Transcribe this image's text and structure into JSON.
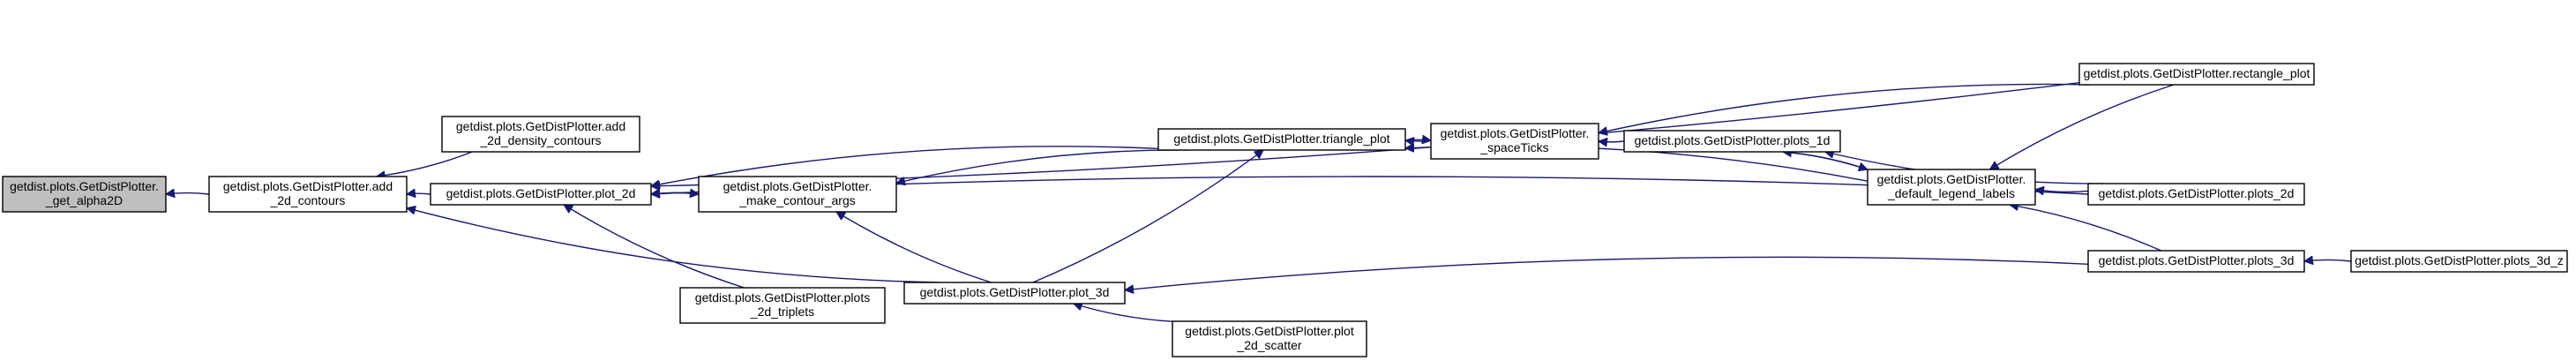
{
  "graph": {
    "node_fill": "#ffffff",
    "highlight_fill": "#bfbfbf",
    "edge_color": "#191970",
    "nodes": [
      {
        "id": "n_alpha2d",
        "lines": [
          "getdist.plots.GetDistPlotter.",
          "_get_alpha2D"
        ],
        "highlighted": true
      },
      {
        "id": "n_add2dcontours",
        "lines": [
          "getdist.plots.GetDistPlotter.add",
          "_2d_contours"
        ]
      },
      {
        "id": "n_add2ddensity",
        "lines": [
          "getdist.plots.GetDistPlotter.add",
          "_2d_density_contours"
        ]
      },
      {
        "id": "n_plot2d",
        "lines": [
          "getdist.plots.GetDistPlotter.plot_2d"
        ]
      },
      {
        "id": "n_makecontour",
        "lines": [
          "getdist.plots.GetDistPlotter.",
          "_make_contour_args"
        ]
      },
      {
        "id": "n_plots2dtriplets",
        "lines": [
          "getdist.plots.GetDistPlotter.plots",
          "_2d_triplets"
        ]
      },
      {
        "id": "n_triangle",
        "lines": [
          "getdist.plots.GetDistPlotter.triangle_plot"
        ]
      },
      {
        "id": "n_plot3d",
        "lines": [
          "getdist.plots.GetDistPlotter.plot_3d"
        ]
      },
      {
        "id": "n_plot2dscatter",
        "lines": [
          "getdist.plots.GetDistPlotter.plot",
          "_2d_scatter"
        ]
      },
      {
        "id": "n_spaceticks",
        "lines": [
          "getdist.plots.GetDistPlotter.",
          "_spaceTicks"
        ]
      },
      {
        "id": "n_plots1d",
        "lines": [
          "getdist.plots.GetDistPlotter.plots_1d"
        ]
      },
      {
        "id": "n_legend",
        "lines": [
          "getdist.plots.GetDistPlotter.",
          "_default_legend_labels"
        ]
      },
      {
        "id": "n_rectangle",
        "lines": [
          "getdist.plots.GetDistPlotter.rectangle_plot"
        ]
      },
      {
        "id": "n_plots2d",
        "lines": [
          "getdist.plots.GetDistPlotter.plots_2d"
        ]
      },
      {
        "id": "n_plots3d",
        "lines": [
          "getdist.plots.GetDistPlotter.plots_3d"
        ]
      },
      {
        "id": "n_plots3dz",
        "lines": [
          "getdist.plots.GetDistPlotter.plots_3d_z"
        ]
      }
    ],
    "edges": [
      {
        "from": "n_add2dcontours",
        "to": "n_alpha2d"
      },
      {
        "from": "n_add2ddensity",
        "to": "n_add2dcontours"
      },
      {
        "from": "n_plot2d",
        "to": "n_add2dcontours"
      },
      {
        "from": "n_plot3d",
        "to": "n_add2dcontours"
      },
      {
        "from": "n_makecontour",
        "to": "n_plot2d"
      },
      {
        "from": "n_plots2dtriplets",
        "to": "n_plot2d"
      },
      {
        "from": "n_triangle",
        "to": "n_plot2d"
      },
      {
        "from": "n_rectangle",
        "to": "n_plot2d"
      },
      {
        "from": "n_plots2d",
        "to": "n_plot2d"
      },
      {
        "from": "n_plot2d",
        "to": "n_makecontour"
      },
      {
        "from": "n_triangle",
        "to": "n_makecontour"
      },
      {
        "from": "n_plot3d",
        "to": "n_makecontour"
      },
      {
        "from": "n_plot3d",
        "to": "n_triangle"
      },
      {
        "from": "n_spaceticks",
        "to": "n_triangle"
      },
      {
        "from": "n_legend",
        "to": "n_triangle"
      },
      {
        "from": "n_plot2dscatter",
        "to": "n_plot3d"
      },
      {
        "from": "n_plots3d",
        "to": "n_plot3d"
      },
      {
        "from": "n_triangle",
        "to": "n_spaceticks"
      },
      {
        "from": "n_rectangle",
        "to": "n_spaceticks"
      },
      {
        "from": "n_plots1d",
        "to": "n_spaceticks"
      },
      {
        "from": "n_legend",
        "to": "n_plots1d"
      },
      {
        "from": "n_plots1d",
        "to": "n_legend"
      },
      {
        "from": "n_rectangle",
        "to": "n_legend"
      },
      {
        "from": "n_plots2d",
        "to": "n_legend"
      },
      {
        "from": "n_plots3d",
        "to": "n_legend"
      },
      {
        "from": "n_plots2d",
        "to": "n_plots1d"
      },
      {
        "from": "n_plots3dz",
        "to": "n_plots3d"
      }
    ]
  }
}
